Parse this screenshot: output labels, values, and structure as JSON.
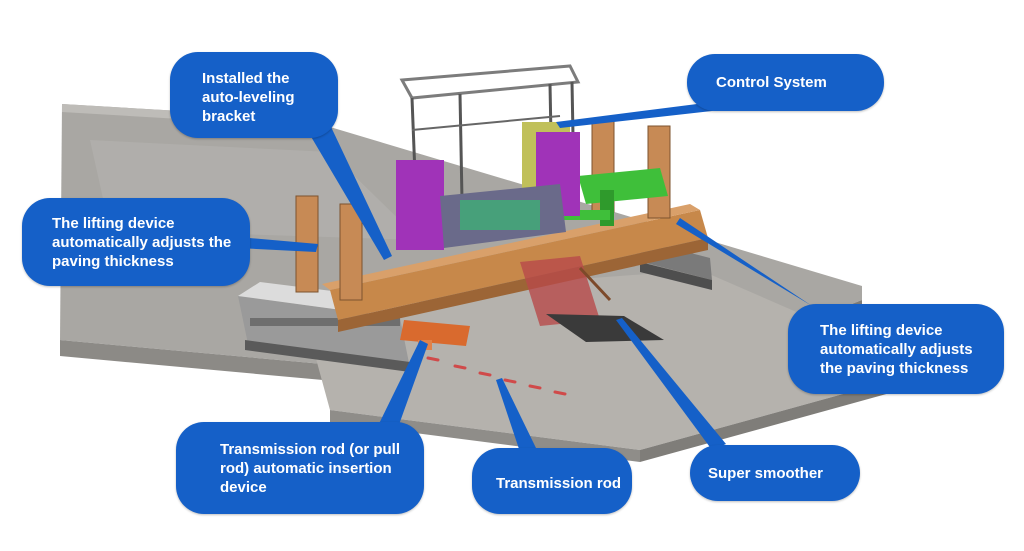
{
  "callouts": {
    "bracket": "Installed the auto-leveling bracket",
    "control": "Control System",
    "lift_left": "The lifting device automatically adjusts the paving thickness",
    "lift_right": "The lifting device automatically adjusts the paving thickness",
    "insertion": "Transmission rod (or pull rod) automatic insertion device",
    "rod": "Transmission rod",
    "smoother": "Super smoother"
  },
  "colors": {
    "callout_blue": "#1560c8",
    "slab_top": "#a9a7a3",
    "slab_side": "#8c8a86",
    "track_gray": "#9a9a9a",
    "frame_orange": "#c7884a",
    "cabinet_purple": "#a033b8",
    "green_frame": "#3fbf3a",
    "dowel_red": "#d04a4a"
  }
}
